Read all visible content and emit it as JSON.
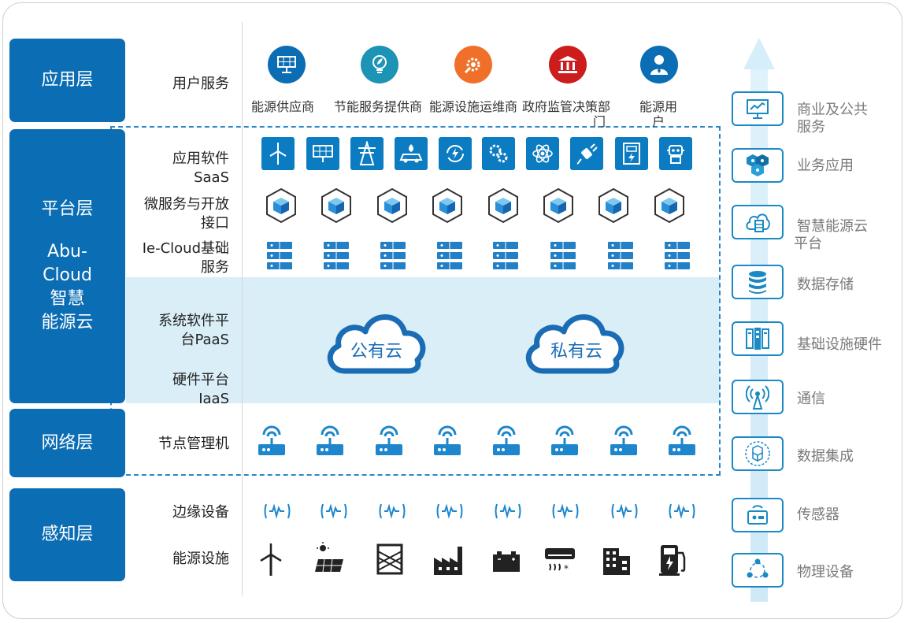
{
  "layers": {
    "app": "应用层",
    "platform_title": "平台层",
    "platform_sub": [
      "Abu-",
      "Cloud",
      "智慧",
      "能源云"
    ],
    "network": "网络层",
    "perception": "感知层"
  },
  "sublabels": {
    "user_service": "用户服务",
    "saas": [
      "应用软件",
      "SaaS"
    ],
    "microservice": [
      "微服务与开放",
      "接口"
    ],
    "base_service": [
      "Ie-Cloud基础",
      "服务"
    ],
    "paas": [
      "系统软件平",
      "台PaaS"
    ],
    "iaas": [
      "硬件平台",
      "IaaS"
    ],
    "node_manager": "节点管理机",
    "edge_device": "边缘设备",
    "energy_facility": "能源设施"
  },
  "stakeholders": [
    {
      "label": "能源供应商",
      "color": "#0b6db3",
      "icon": "solar-panel-icon"
    },
    {
      "label": "节能服务提供商",
      "color": "#1d93b5",
      "icon": "leaf-bulb-icon"
    },
    {
      "label": "能源设施运维商",
      "color": "#f0702a",
      "icon": "gear-wrench-icon"
    },
    {
      "label": "政府监管决策部",
      "label2": "门",
      "color": "#cc1c1c",
      "icon": "government-icon"
    },
    {
      "label": "能源用",
      "label2": "户",
      "color": "#0b6db3",
      "icon": "user-icon"
    }
  ],
  "saas_icons": [
    "wind-turbine-icon",
    "solar-panel-icon",
    "power-tower-icon",
    "electric-car-icon",
    "refresh-energy-icon",
    "gears-icon",
    "atom-icon",
    "plug-icon",
    "meter-icon",
    "robot-icon"
  ],
  "clouds": {
    "public": "公有云",
    "private": "私有云"
  },
  "right_stack": [
    {
      "label": [
        "商业及公共",
        "服务"
      ],
      "icon": "presentation-icon"
    },
    {
      "label": [
        "业务应用"
      ],
      "icon": "app-cubes-icon"
    },
    {
      "label": [
        "智慧能源云",
        "平台"
      ],
      "icon": "cloud-server-icon"
    },
    {
      "label": [
        "数据存储"
      ],
      "icon": "database-icon"
    },
    {
      "label": [
        "基础设施硬件"
      ],
      "icon": "server-rack-icon"
    },
    {
      "label": [
        "通信"
      ],
      "icon": "antenna-icon"
    },
    {
      "label": [
        "数据集成"
      ],
      "icon": "data-integration-icon"
    },
    {
      "label": [
        "传感器"
      ],
      "icon": "sensor-icon"
    },
    {
      "label": [
        "物理设备"
      ],
      "icon": "device-network-icon"
    }
  ],
  "colors": {
    "primary": "#0b6db3",
    "band": "#d9eef7",
    "dash": "#2a86c8",
    "arrow": "#d5eef9"
  }
}
